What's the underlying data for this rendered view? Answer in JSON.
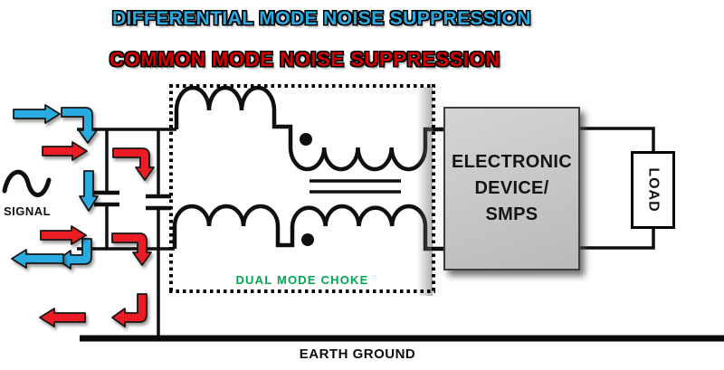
{
  "diagram": {
    "title_differential": "DIFFERENTIAL MODE NOISE SUPPRESSION",
    "title_common": "COMMON MODE NOISE SUPPRESSION",
    "signal_label": "SIGNAL",
    "choke_label": "DUAL MODE CHOKE",
    "device_line1": "ELECTRONIC",
    "device_line2": "DEVICE/",
    "device_line3": "SMPS",
    "load_label": "LOAD",
    "ground_label": "EARTH GROUND",
    "colors": {
      "differential_noise_arrow": "#29ABE2",
      "common_noise_arrow": "#EC1C24",
      "title_differential": "#29ABE2",
      "title_common": "#D60000",
      "choke_label_green": "#00A651",
      "wire": "#0F0F0F",
      "device_fill": "#C6C6C6"
    }
  }
}
